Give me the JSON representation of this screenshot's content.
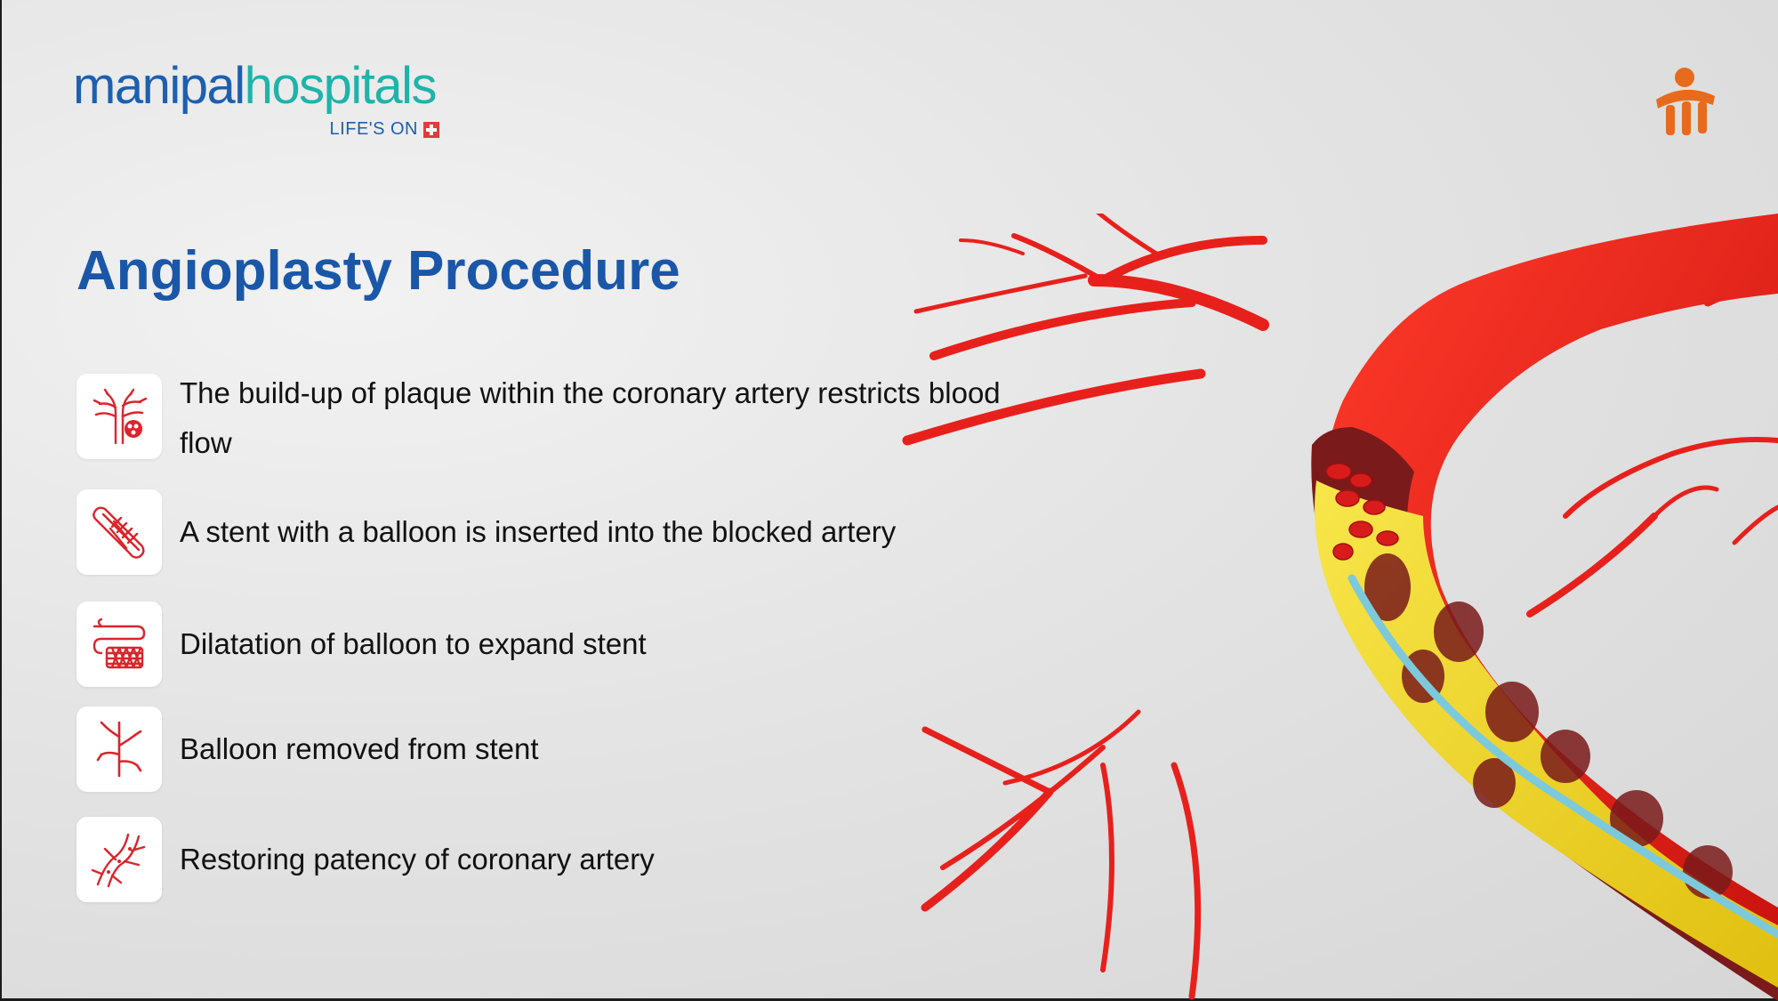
{
  "logo": {
    "word_part1": "manipal",
    "word_part2": "hospitals",
    "tagline": "LIFE'S ON"
  },
  "title": "Angioplasty Procedure",
  "steps": [
    {
      "icon": "coronary-plaque-icon",
      "text": "The build-up of plaque within the coronary artery restricts blood flow"
    },
    {
      "icon": "stent-balloon-icon",
      "text": "A stent with a balloon is inserted into the blocked artery"
    },
    {
      "icon": "balloon-dilatation-icon",
      "text": "Dilatation of balloon to expand stent"
    },
    {
      "icon": "balloon-removal-icon",
      "text": "Balloon removed from stent"
    },
    {
      "icon": "restored-artery-icon",
      "text": "Restoring patency of coronary artery"
    }
  ],
  "colors": {
    "title_blue": "#1a57a8",
    "logo_blue": "#1d5fb0",
    "logo_teal": "#1fb3a9",
    "icon_red": "#d9252b",
    "artery_red": "#e8201c",
    "plaque_yellow": "#f2d61c",
    "brand_orange": "#e86a1c"
  }
}
